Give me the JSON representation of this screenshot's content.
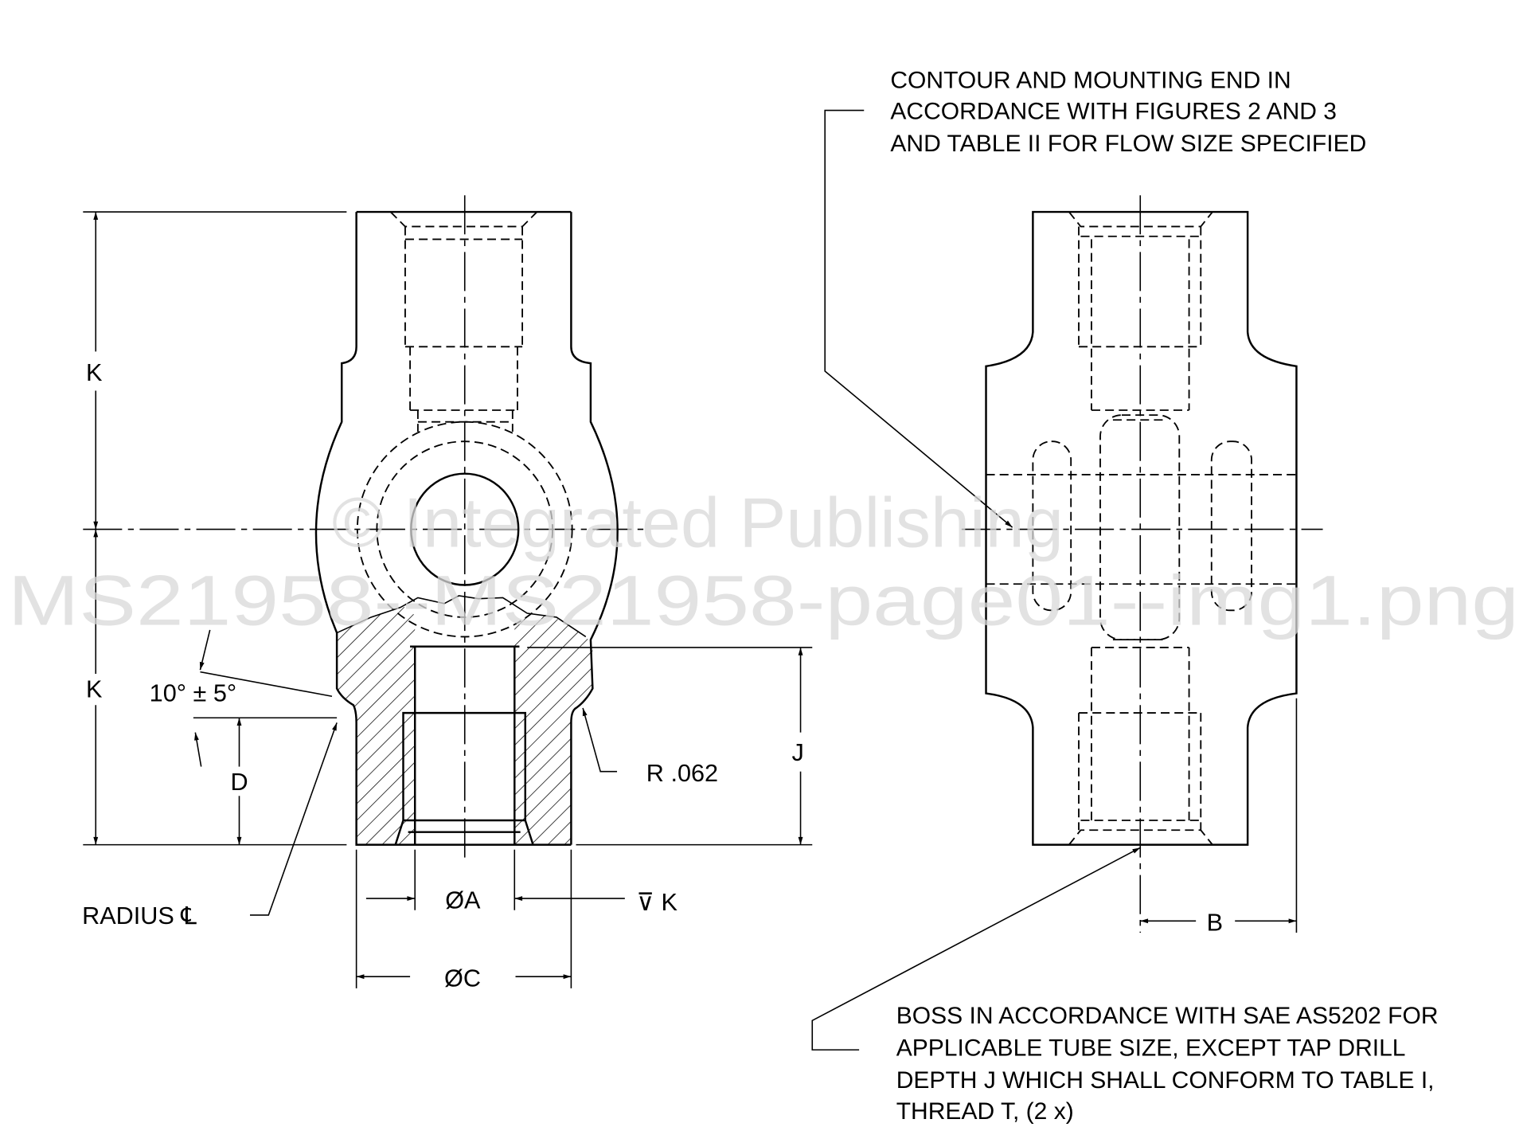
{
  "left_view": {
    "dim_k_upper": "K",
    "dim_k_lower": "K",
    "angle": "10° ± 5°",
    "dim_d": "D",
    "radius_note": "RADIUS ℄",
    "dim_j": "J",
    "radius": "R .062",
    "dim_a": "ØA",
    "depth_k": "⊽ K",
    "dim_c": "ØC"
  },
  "right_view": {
    "top_note": [
      "CONTOUR AND MOUNTING END IN",
      "ACCORDANCE WITH FIGURES 2 AND 3",
      "AND TABLE II FOR FLOW SIZE SPECIFIED"
    ],
    "bottom_note": [
      "BOSS IN ACCORDANCE WITH SAE AS5202 FOR",
      "APPLICABLE TUBE SIZE, EXCEPT TAP DRILL",
      "DEPTH J WHICH SHALL CONFORM TO TABLE I,",
      "THREAD T, (2 x)"
    ],
    "dim_b": "B"
  },
  "watermark": {
    "line1": "© Integrated Publishing",
    "line2": "MS21958--MS21958-page01--img1.png"
  }
}
